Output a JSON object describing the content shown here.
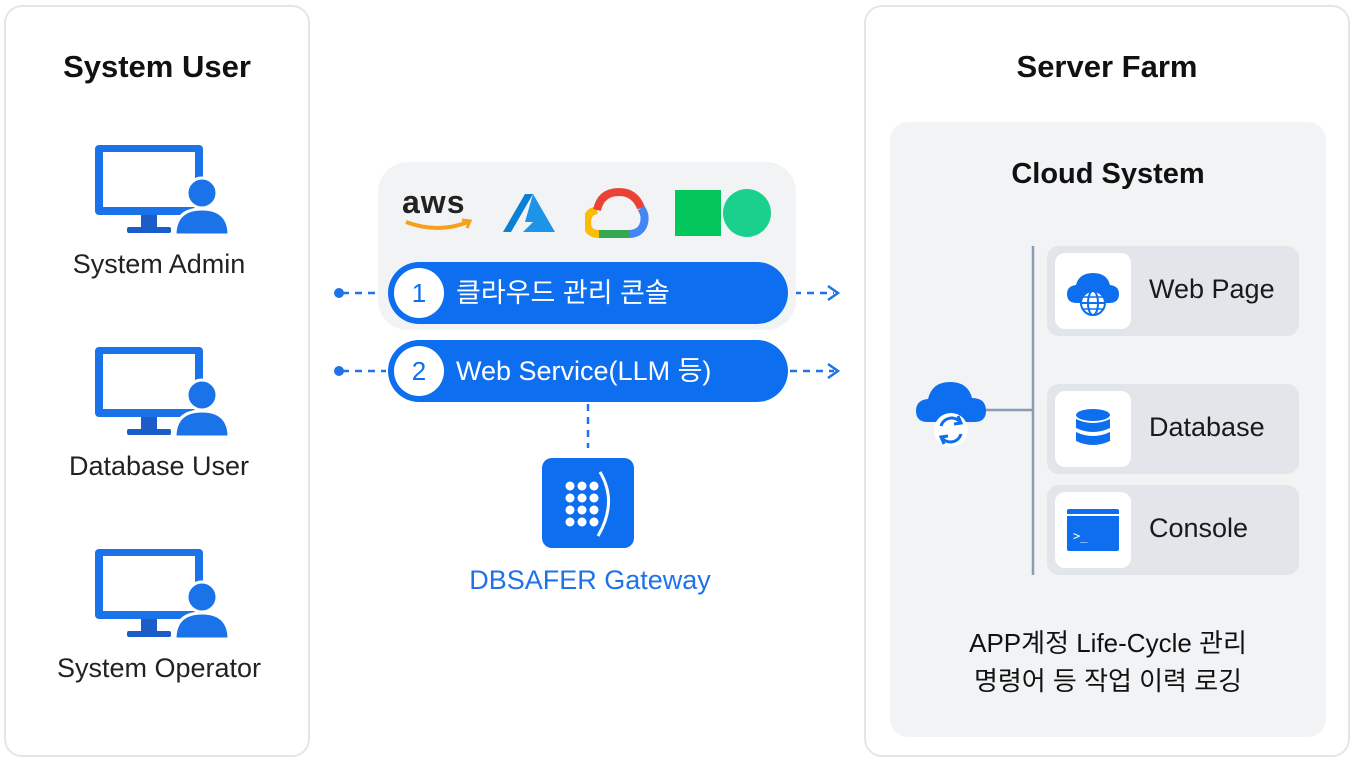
{
  "left": {
    "title": "System User",
    "users": [
      {
        "label": "System Admin"
      },
      {
        "label": "Database User"
      },
      {
        "label": "System Operator"
      }
    ]
  },
  "center": {
    "vendors": [
      "aws",
      "azure-logo",
      "google-cloud-logo",
      "ncloud-logo"
    ],
    "flows": [
      {
        "num": "1",
        "label": "클라우드 관리 콘솔"
      },
      {
        "num": "2",
        "label": "Web Service(LLM 등)"
      }
    ],
    "gateway": {
      "label": "DBSAFER Gateway",
      "icon": "dbsafer-gateway-icon"
    }
  },
  "right": {
    "title": "Server Farm",
    "cloud": {
      "title": "Cloud System",
      "services": [
        {
          "label": "Web Page",
          "icon": "web-cloud-globe-icon"
        },
        {
          "label": "Database",
          "icon": "database-icon"
        },
        {
          "label": "Console",
          "icon": "terminal-console-icon"
        }
      ],
      "note_line1": "APP계정 Life-Cycle 관리",
      "note_line2": "명령어 등 작업 이력 로깅"
    }
  },
  "colors": {
    "accent": "#0d6ff0",
    "monitor": "#1a73e8",
    "panel_border": "#e3e6ea",
    "panel_bg": "#f1f3f5"
  }
}
